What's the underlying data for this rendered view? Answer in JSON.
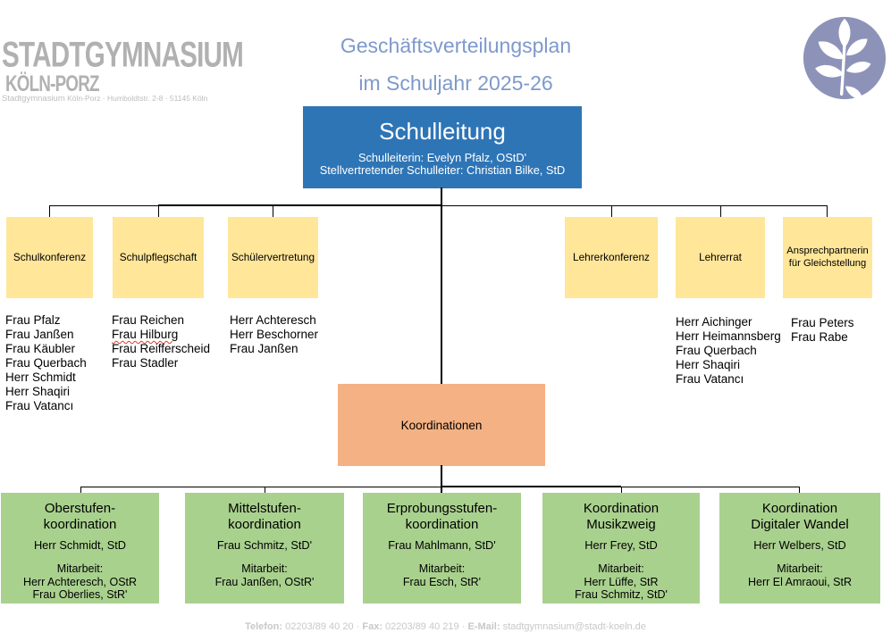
{
  "header": {
    "logo": {
      "name": "STADTGYMNASIUM",
      "city": "KÖLN-PORZ",
      "address_name": "Stadtgymnasium",
      "address_rest": " Köln-Porz · Humboldtstr. 2-8 · 51145 Köln"
    },
    "title_line1": "Geschäftsverteilungsplan",
    "title_line2": "im Schuljahr 2025-26",
    "emblem": "leaf-in-circle"
  },
  "schulleitung": {
    "title": "Schulleitung",
    "line1": "Schulleiterin: Evelyn Pfalz, OStD'",
    "line2": "Stellvertretender Schulleiter: Christian Bilke, StD"
  },
  "gremien": [
    {
      "label": "Schulkonferenz",
      "members": [
        "Frau Pfalz",
        "Frau Janßen",
        "Frau Käubler",
        "Frau Querbach",
        "Herr Schmidt",
        "Herr Shaqiri",
        "Frau Vatancı"
      ]
    },
    {
      "label": "Schulpflegschaft",
      "members": [
        "Frau Reichen",
        "Frau Hilburg",
        "Frau Reifferscheid",
        "Frau Stadler"
      ]
    },
    {
      "label": "Schülervertretung",
      "members": [
        "Herr Achteresch",
        "Herr Beschorner",
        "Frau Janßen"
      ]
    },
    {
      "label": "Lehrerkonferenz",
      "members": []
    },
    {
      "label": "Lehrerrat",
      "members": [
        "Herr Aichinger",
        "Herr Heimannsberg",
        "Frau Querbach",
        "Herr Shaqiri",
        "Frau Vatancı"
      ]
    },
    {
      "label": "Ansprechpartnerin für Gleichstellung",
      "members": [
        "Frau Peters",
        "Frau Rabe"
      ]
    }
  ],
  "koordinationen": {
    "label": "Koordinationen",
    "boxes": [
      {
        "title1": "Oberstufen-",
        "title2": "koordination",
        "lead": "Herr Schmidt, StD",
        "mitarbeit": [
          "Herr Achteresch, OStR",
          "Frau Oberlies, StR'"
        ]
      },
      {
        "title1": "Mittelstufen-",
        "title2": "koordination",
        "lead": "Frau Schmitz, StD'",
        "mitarbeit": [
          "Frau Janßen, OStR'"
        ]
      },
      {
        "title1": "Erprobungsstufen-",
        "title2": "koordination",
        "lead": "Frau Mahlmann, StD'",
        "mitarbeit": [
          "Frau Esch, StR'"
        ]
      },
      {
        "title1": "Koordination",
        "title2": "Musikzweig",
        "lead": "Herr Frey, StD",
        "mitarbeit": [
          "Herr Lüffe, StR",
          "Frau Schmitz, StD'"
        ]
      },
      {
        "title1": "Koordination",
        "title2": "Digitaler Wandel",
        "lead": "Herr Welbers, StD",
        "mitarbeit": [
          "Herr El Amraoui, StR"
        ]
      }
    ]
  },
  "labels": {
    "mitarbeit": "Mitarbeit:"
  },
  "footer": {
    "telefon_label": "Telefon:",
    "telefon": "02203/89 40 20",
    "sep": "·",
    "fax_label": "Fax:",
    "fax": "02203/89 40 219",
    "email_label": "E-Mail:",
    "email": "stadtgymnasium@stadt-koeln.de"
  },
  "colors": {
    "schulleitung_blue": "#2e75b6",
    "gremium_yellow": "#ffe699",
    "koordination_orange": "#f4b183",
    "koordination_green": "#a9d18e",
    "title_blue": "#7e99cc",
    "logo_gray": "#b1b1b1",
    "emblem_violet": "#8d93b8",
    "spellcheck_red": "#e2372b",
    "footer_gray": "#c8c8c8"
  }
}
